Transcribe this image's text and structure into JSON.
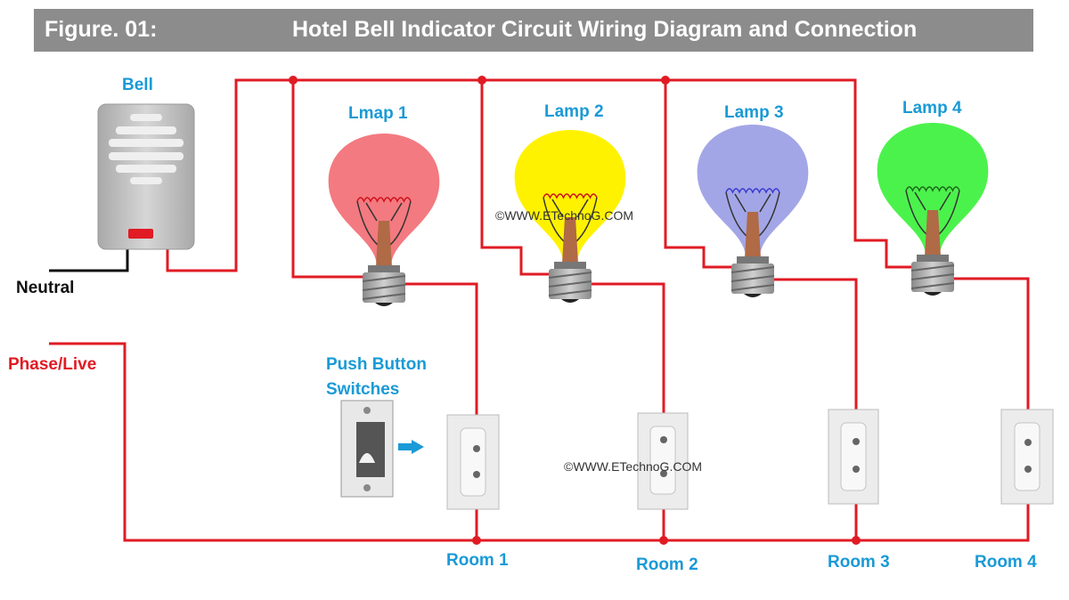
{
  "header": {
    "figure_label": "Figure. 01:",
    "title": "Hotel Bell Indicator Circuit Wiring Diagram and Connection"
  },
  "labels": {
    "bell": "Bell",
    "neutral": "Neutral",
    "phase": "Phase/Live",
    "push_button_line1": "Push Button",
    "push_button_line2": "Switches"
  },
  "lamps": [
    {
      "label": "Lmap 1",
      "color": "#f37a80"
    },
    {
      "label": "Lamp 2",
      "color": "#fff200"
    },
    {
      "label": "Lamp 3",
      "color": "#a3a6e6"
    },
    {
      "label": "Lamp 4",
      "color": "#4cf24c"
    }
  ],
  "rooms": [
    "Room 1",
    "Room 2",
    "Room 3",
    "Room 4"
  ],
  "watermarks": [
    "©WWW.ETechnoG.COM",
    "©WWW.ETechnoG.COM"
  ],
  "colors": {
    "wire_live": "#e01b24",
    "wire_neutral": "#111111",
    "label_blue": "#1a9ad6",
    "header_bg": "#8c8c8c",
    "switch_arrow": "#1a9ad6"
  }
}
